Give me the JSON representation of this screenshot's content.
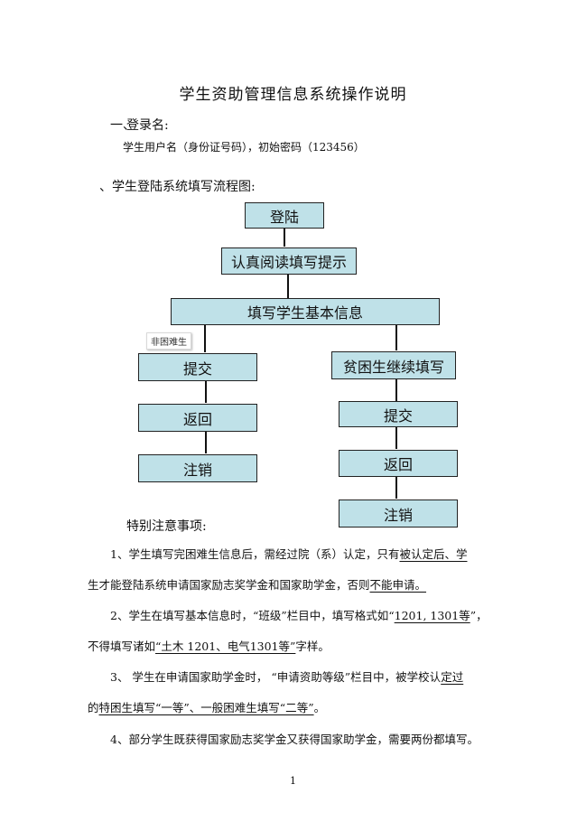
{
  "title": "学生资助管理信息系统操作说明",
  "section1": {
    "number": "一、",
    "heading": "登录名:",
    "detail": "学生用户名（身份证号码），初始密码（123456）"
  },
  "section2": {
    "heading": "、学生登陆系统填写流程图:"
  },
  "flowchart": {
    "login": "登陆",
    "read_tips": "认真阅读填写提示",
    "fill_basic": "填写学生基本信息",
    "non_poor_tag": "非困难生",
    "left": {
      "submit": "提交",
      "back": "返回",
      "logout": "注销"
    },
    "right": {
      "continue": "贫困生继续填写",
      "submit": "提交",
      "back": "返回",
      "logout": "注销"
    }
  },
  "notes": {
    "heading": "特别注意事项:",
    "n1": {
      "a": "1、学生填写完困难生信息后，需经过院（系）认定，只有",
      "b": "被认定后、学",
      "c": "生才能登陆系统申请国家励志奖学金和国家助学金，否则",
      "d": "不能申请。"
    },
    "n2": {
      "a": "2、学生在填写基本信息时，“班级”栏目中，填写格式如“",
      "b": "1201, 1301等",
      "c": "”，",
      "d": "不得填写诸如",
      "e": "“土木 1201、电气1301等”",
      "f": "字样。"
    },
    "n3": {
      "a": "3、 学生在申请国家助学金时， “申请资助等级”栏目中，被学校认",
      "b": "定过",
      "c": "的",
      "d": "特困生填写“一等”、一般困难生填写“二等”",
      "e": "。"
    },
    "n4": "4、部分学生既获得国家励志奖学金又获得国家助学金，需要两份都填写。"
  },
  "page_number": "1"
}
